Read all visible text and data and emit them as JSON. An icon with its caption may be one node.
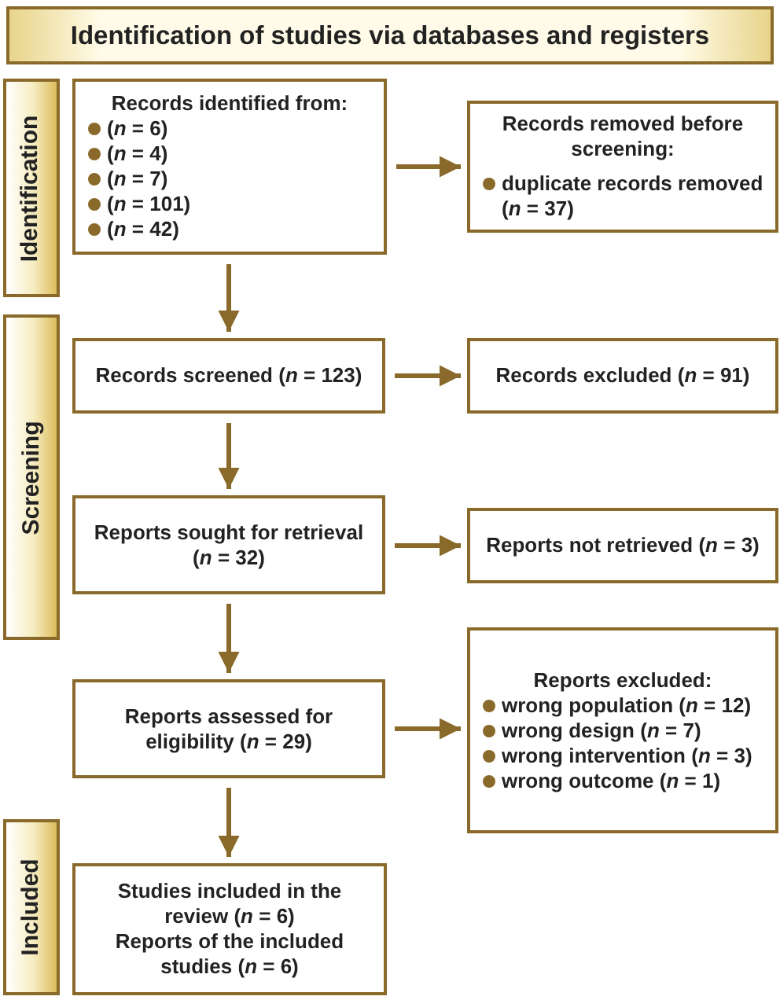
{
  "diagram": {
    "nodes": [
      {
        "text": [
          "Identification of studies via databases and registers"
        ]
      },
      {
        "text": [
          "Identification"
        ]
      },
      {
        "text": [
          "Records identified from:",
          "(*n* = 6)",
          "(*n* = 4)",
          "(*n* = 7)",
          "(*n* = 101)",
          "(*n* = 42)"
        ]
      },
      {
        "text": [
          "Records removed before screening:",
          "duplicate records removed (*n* = 37)"
        ]
      },
      {
        "text": [
          "Screening"
        ]
      },
      {
        "text": [
          "Records screened (*n* = 123)"
        ]
      },
      {
        "text": [
          "Records excluded (*n* = 91)"
        ]
      },
      {
        "text": [
          "Reports sought for retrieval (*n* = 32)"
        ]
      },
      {
        "text": [
          "Reports not retrieved (*n* = 3)"
        ]
      },
      {
        "text": [
          "Reports assessed for eligibility (*n* = 29)"
        ]
      },
      {
        "text": [
          "Reports excluded:",
          "wrong population (*n* = 12)",
          "wrong design (*n* = 7)",
          "wrong intervention (*n* = 3)",
          "wrong outcome  (*n* = 1)"
        ]
      },
      {
        "text": [
          "Included"
        ]
      },
      {
        "text": [
          "Studies included in the review (*n* = 6)",
          "Reports of the included studies (*n* = 6)"
        ]
      }
    ],
    "edges": [
      {
        "from": 2,
        "to": 3,
        "arrow": "to"
      },
      {
        "from": 2,
        "to": 5,
        "arrow": "to"
      },
      {
        "from": 5,
        "to": 6,
        "arrow": "to"
      },
      {
        "from": 5,
        "to": 7,
        "arrow": "to"
      },
      {
        "from": 7,
        "to": 8,
        "arrow": "to"
      },
      {
        "from": 7,
        "to": 9,
        "arrow": "to"
      },
      {
        "from": 9,
        "to": 10,
        "arrow": "to"
      },
      {
        "from": 9,
        "to": 12,
        "arrow": "to"
      }
    ]
  }
}
